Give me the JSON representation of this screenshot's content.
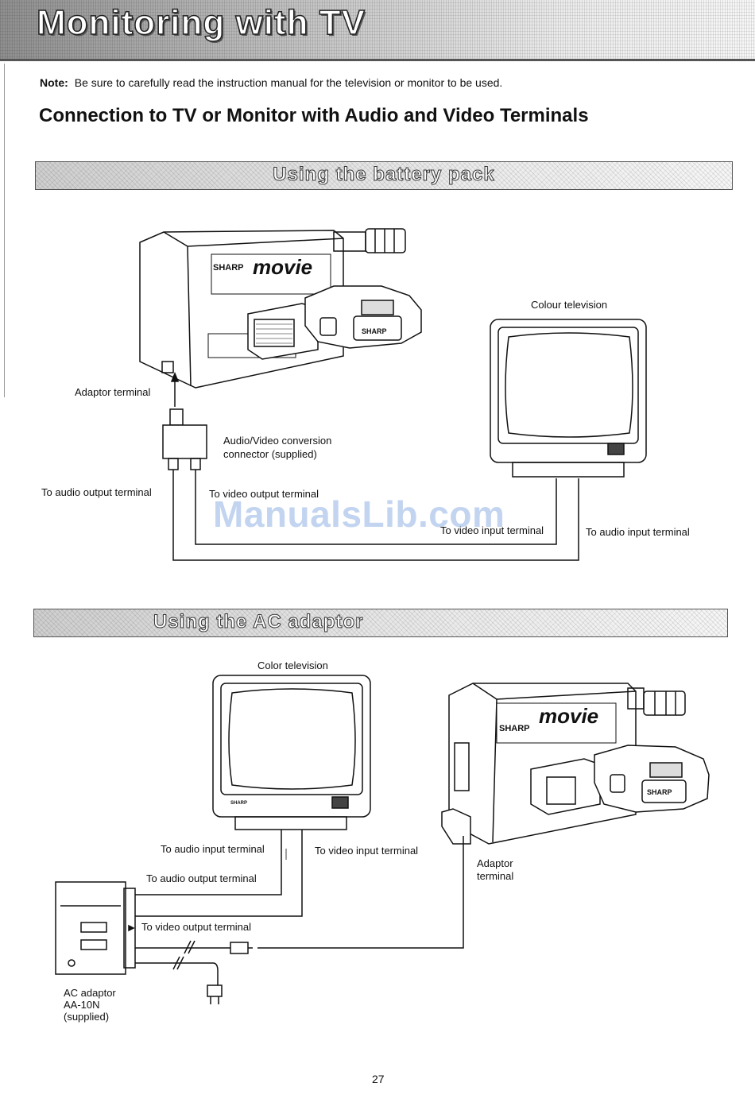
{
  "page": {
    "title": "Monitoring with TV",
    "note_label": "Note:",
    "note_text": "Be sure to carefully read the instruction manual for the television or monitor to be used.",
    "section_heading": "Connection to TV or Monitor with Audio and Video Terminals",
    "page_number": "27",
    "watermark": "ManualsLib.com"
  },
  "diagram_battery": {
    "banner": "Using the battery pack",
    "labels": {
      "tv": "Colour television",
      "adaptor_terminal": "Adaptor terminal",
      "converter_line1": "Audio/Video conversion",
      "converter_line2": "connector (supplied)",
      "audio_out": "To audio output terminal",
      "video_out": "To video output terminal",
      "video_in": "To video input terminal",
      "audio_in": "To audio input terminal"
    },
    "camera_brand": "SHARP",
    "camera_logo": "movie"
  },
  "diagram_ac": {
    "banner": "Using the AC adaptor",
    "labels": {
      "tv": "Color television",
      "audio_in": "To audio input terminal",
      "video_in": "To video input terminal",
      "audio_out": "To audio output terminal",
      "video_out": "To video output terminal",
      "adaptor_terminal_line1": "Adaptor",
      "adaptor_terminal_line2": "terminal",
      "ac_line1": "AC adaptor",
      "ac_line2": "AA-10N",
      "ac_line3": "(supplied)"
    },
    "camera_brand": "SHARP",
    "camera_logo": "movie",
    "tv_brand": "SHARP"
  }
}
